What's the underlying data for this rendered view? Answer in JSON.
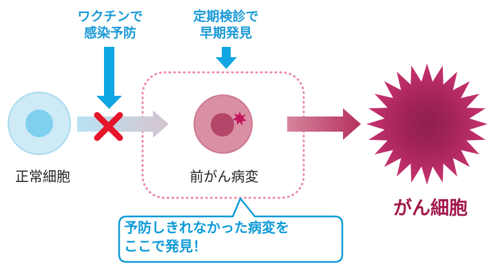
{
  "diagram": {
    "vaccine_label": [
      "ワクチンで",
      "感染予防"
    ],
    "screening_label": [
      "定期検診で",
      "早期発見"
    ],
    "normal_label": "正常細胞",
    "precancer_label": "前がん病変",
    "cancer_label": "がん細胞",
    "callout": [
      "予防しきれなかった病変を",
      "ここで発見！"
    ]
  },
  "colors": {
    "cyan": "#1a9ad6",
    "dotted_border": "#ec8aa0",
    "cancer": "#a1174a",
    "cross": "#e5142a"
  },
  "icons": [
    "down-arrow-icon",
    "cross-icon",
    "right-arrow-icon",
    "spark-icon"
  ]
}
